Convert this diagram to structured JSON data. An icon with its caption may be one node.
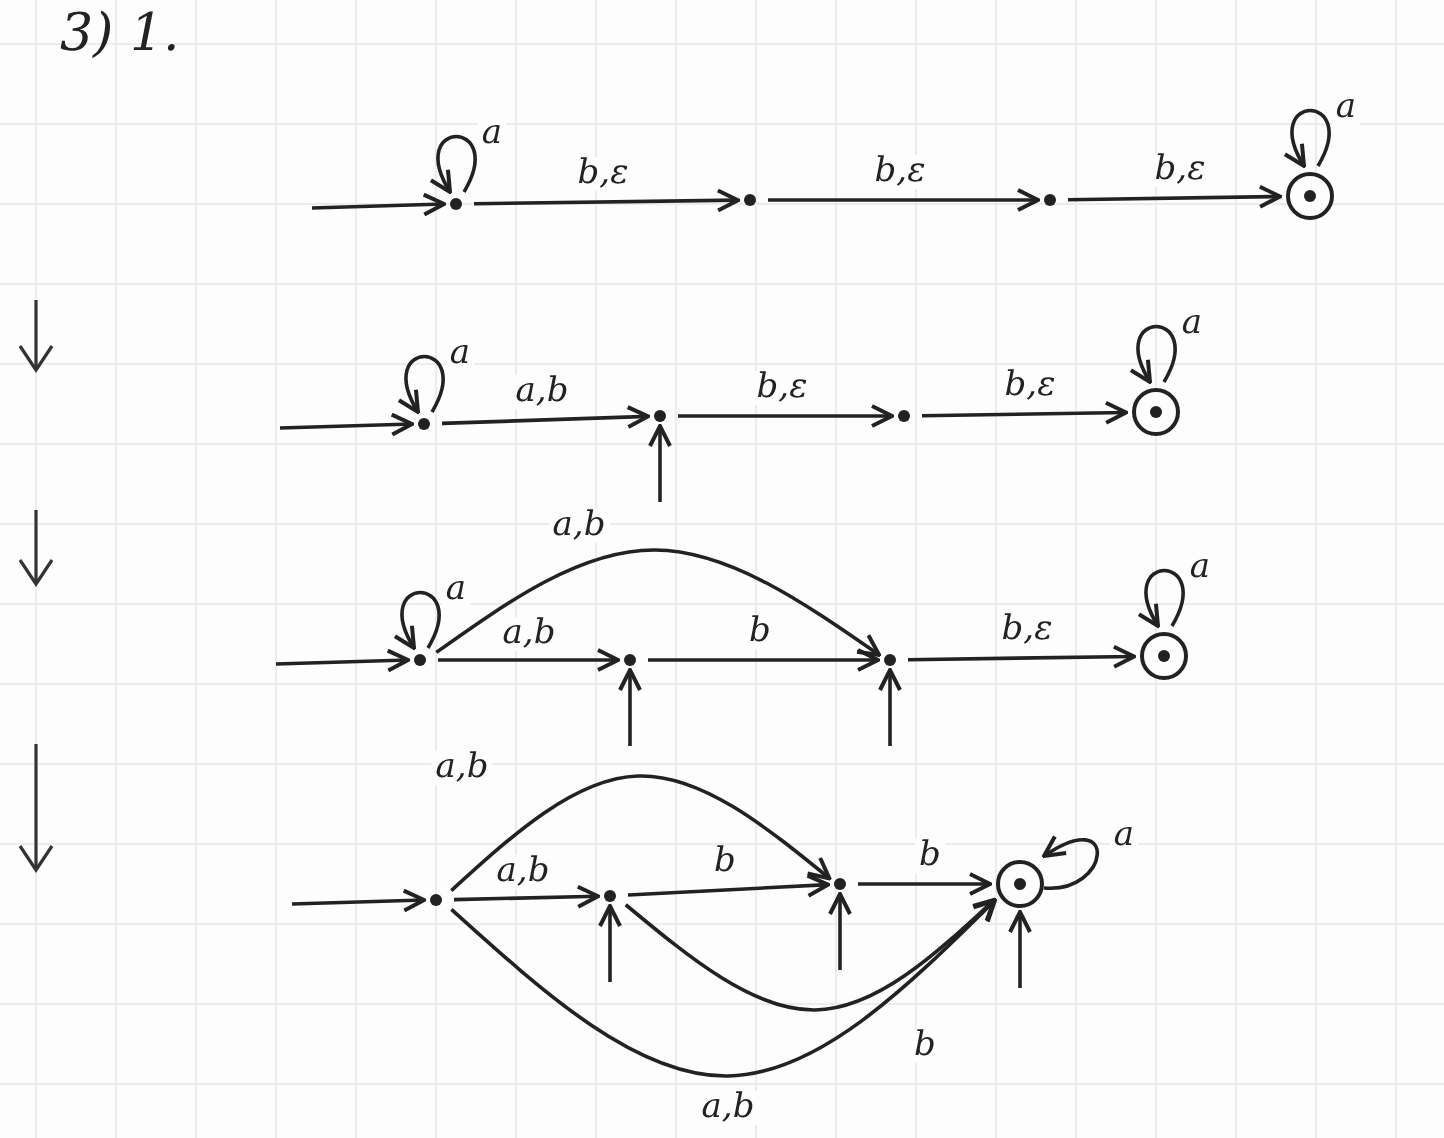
{
  "diagram": {
    "nodes": [
      {
        "text": [],
        "shape": "dot"
      },
      {
        "text": [],
        "shape": "dot"
      },
      {
        "text": [],
        "shape": "dot"
      },
      {
        "text": [],
        "shape": "circle"
      },
      {
        "text": [],
        "shape": "dot"
      },
      {
        "text": [],
        "shape": "dot"
      },
      {
        "text": [],
        "shape": "dot"
      },
      {
        "text": [],
        "shape": "circle"
      },
      {
        "text": [],
        "shape": "dot"
      },
      {
        "text": [],
        "shape": "dot"
      },
      {
        "text": [],
        "shape": "dot"
      },
      {
        "text": [],
        "shape": "circle"
      },
      {
        "text": [],
        "shape": "dot"
      },
      {
        "text": [],
        "shape": "dot"
      },
      {
        "text": [],
        "shape": "dot"
      },
      {
        "text": [],
        "shape": "circle"
      }
    ],
    "edges": [
      {
        "from": null,
        "to": 0,
        "arrow": "to"
      },
      {
        "from": 0,
        "to": 0,
        "label": "a",
        "arrow": "to"
      },
      {
        "from": 0,
        "to": 1,
        "label": "b,ε",
        "arrow": "to"
      },
      {
        "from": 1,
        "to": 2,
        "label": "b,ε",
        "arrow": "to"
      },
      {
        "from": 2,
        "to": 3,
        "label": "b,ε",
        "arrow": "to"
      },
      {
        "from": 3,
        "to": 3,
        "label": "a",
        "arrow": "to"
      },
      {
        "from": null,
        "to": 4,
        "arrow": "to"
      },
      {
        "from": 4,
        "to": 4,
        "label": "a",
        "arrow": "to"
      },
      {
        "from": 4,
        "to": 5,
        "label": "a,b",
        "arrow": "to"
      },
      {
        "from": 5,
        "to": 6,
        "label": "b,ε",
        "arrow": "to"
      },
      {
        "from": 6,
        "to": 7,
        "label": "b,ε",
        "arrow": "to"
      },
      {
        "from": 7,
        "to": 7,
        "label": "a",
        "arrow": "to"
      },
      {
        "from": null,
        "to": 5,
        "arrow": "to"
      },
      {
        "from": null,
        "to": 8,
        "arrow": "to"
      },
      {
        "from": 8,
        "to": 8,
        "label": "a",
        "arrow": "to"
      },
      {
        "from": 8,
        "to": 9,
        "label": "a,b",
        "arrow": "to"
      },
      {
        "from": 8,
        "to": 10,
        "label": "a,b",
        "arrow": "to"
      },
      {
        "from": 9,
        "to": 10,
        "label": "b",
        "arrow": "to"
      },
      {
        "from": 10,
        "to": 11,
        "label": "b,ε",
        "arrow": "to"
      },
      {
        "from": 11,
        "to": 11,
        "label": "a",
        "arrow": "to"
      },
      {
        "from": null,
        "to": 9,
        "arrow": "to"
      },
      {
        "from": null,
        "to": 10,
        "arrow": "to"
      },
      {
        "from": null,
        "to": 12,
        "arrow": "to"
      },
      {
        "from": 12,
        "to": 13,
        "label": "a,b",
        "arrow": "to"
      },
      {
        "from": 12,
        "to": 14,
        "label": "a,b",
        "arrow": "to"
      },
      {
        "from": 13,
        "to": 14,
        "label": "b",
        "arrow": "to"
      },
      {
        "from": 14,
        "to": 15,
        "label": "b",
        "arrow": "to"
      },
      {
        "from": 12,
        "to": 15,
        "label": "a,b",
        "arrow": "to"
      },
      {
        "from": 13,
        "to": 15,
        "label": "b",
        "arrow": "to"
      },
      {
        "from": 15,
        "to": 15,
        "label": "a",
        "arrow": "to"
      },
      {
        "from": null,
        "to": 13,
        "arrow": "to"
      },
      {
        "from": null,
        "to": 14,
        "arrow": "to"
      },
      {
        "from": null,
        "to": 15,
        "arrow": "to"
      }
    ],
    "labels": [
      "3) 1."
    ]
  }
}
